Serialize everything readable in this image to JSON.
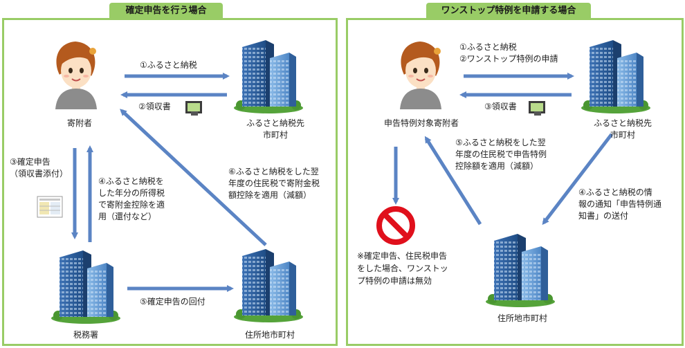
{
  "left": {
    "title": "確定申告を行う場合",
    "donor_label": "寄附者",
    "furusato_city_label_1": "ふるさと納税先",
    "furusato_city_label_2": "市町村",
    "tax_office_label": "税務署",
    "residence_city_label": "住所地市町村",
    "step1": "①ふるさと納税",
    "step2": "②領収書",
    "step3_line1": "③確定申告",
    "step3_line2": "（領収書添付）",
    "step4_lines": [
      "④ふるさと納税を",
      "した年分の所得税",
      "で寄附金控除を適",
      "用（還付など）"
    ],
    "step5": "⑤確定申告の回付",
    "step6_lines": [
      "⑥ふるさと納税をした翌",
      "年度の住民税で寄附金税",
      "額控除を適用（減額）"
    ]
  },
  "right": {
    "title": "ワンストップ特例を申請する場合",
    "donor_label": "申告特例対象寄附者",
    "furusato_city_label_1": "ふるさと納税先",
    "furusato_city_label_2": "市町村",
    "residence_city_label": "住所地市町村",
    "step1": "①ふるさと納税",
    "step2": "②ワンストップ特例の申請",
    "step3": "③領収書",
    "step4_lines": [
      "④ふるさと納税の情",
      "報の通知「申告特例通",
      "知書」の送付"
    ],
    "step5_lines": [
      "⑤ふるさと納税をした翌",
      "年度の住民税で申告特例",
      "控除額を適用（減額）"
    ],
    "note_lines": [
      "※確定申告、住民税申告",
      "をした場合、ワンストッ",
      "プ特例の申請は無効"
    ]
  },
  "colors": {
    "panel_border": "#99cc66",
    "arrow": "#5b84c4",
    "building_dark": "#2f5f9a",
    "building_light": "#6aa0d8",
    "grass": "#55a33a",
    "prohibit": "#e0101c"
  },
  "icons": [
    "person-icon",
    "building-icon",
    "receipt-icon",
    "document-icon",
    "prohibition-icon"
  ]
}
